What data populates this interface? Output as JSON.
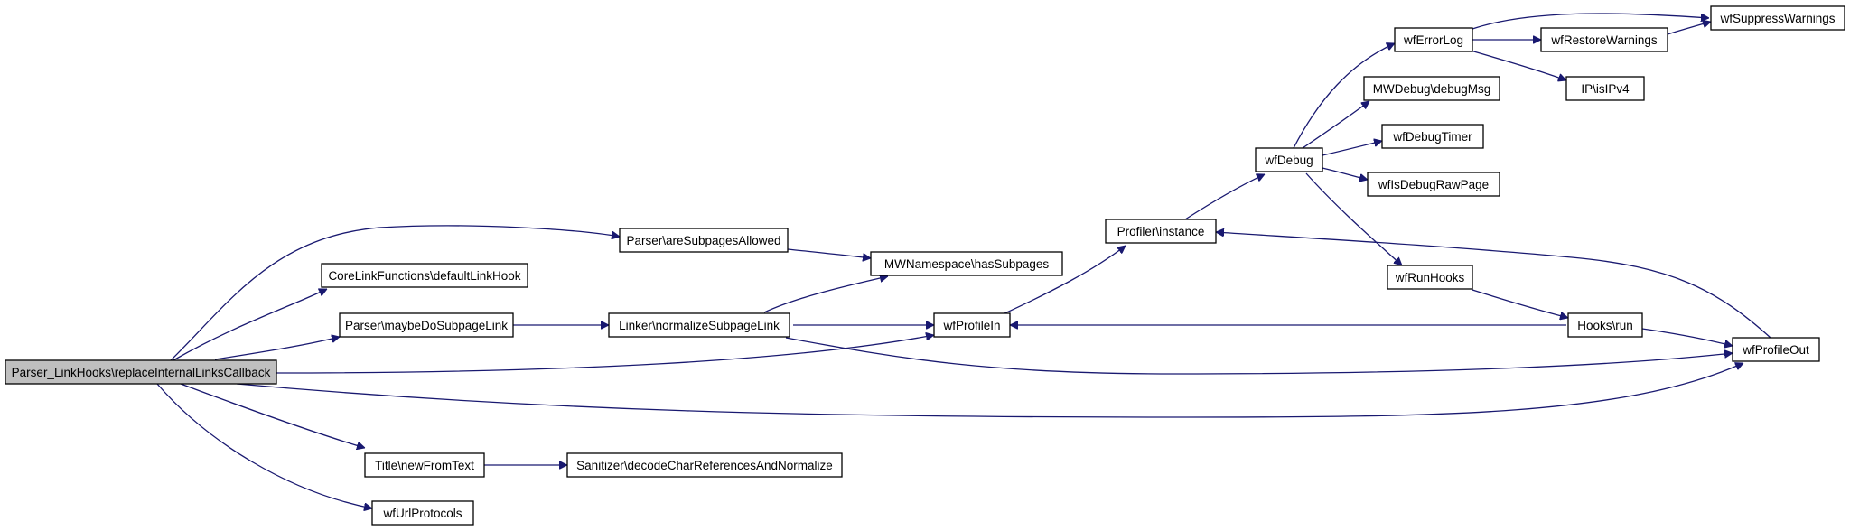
{
  "graph": {
    "colors": {
      "edge": "#191970",
      "node_border": "#000000",
      "root_fill": "#bfbfbf",
      "node_fill": "#ffffff"
    },
    "nodes": {
      "root": "Parser_LinkHooks\\replaceInternalLinksCallback",
      "are_subpages_allowed": "Parser\\areSubpagesAllowed",
      "default_link_hook": "CoreLinkFunctions\\defaultLinkHook",
      "maybe_do_subpage_link": "Parser\\maybeDoSubpageLink",
      "title_new_from_text": "Title\\newFromText",
      "wf_url_protocols": "wfUrlProtocols",
      "has_subpages": "MWNamespace\\hasSubpages",
      "normalize_subpage_link": "Linker\\normalizeSubpageLink",
      "decode_char_references": "Sanitizer\\decodeCharReferencesAndNormalize",
      "wf_profile_in": "wfProfileIn",
      "profiler_instance": "Profiler\\instance",
      "wf_debug": "wfDebug",
      "wf_error_log": "wfErrorLog",
      "debug_msg": "MWDebug\\debugMsg",
      "wf_debug_timer": "wfDebugTimer",
      "wf_is_debug_raw_page": "wfIsDebugRawPage",
      "wf_run_hooks": "wfRunHooks",
      "hooks_run": "Hooks\\run",
      "wf_restore_warnings": "wfRestoreWarnings",
      "is_ipv4": "IP\\isIPv4",
      "wf_suppress_warnings": "wfSuppressWarnings",
      "wf_profile_out": "wfProfileOut"
    }
  }
}
